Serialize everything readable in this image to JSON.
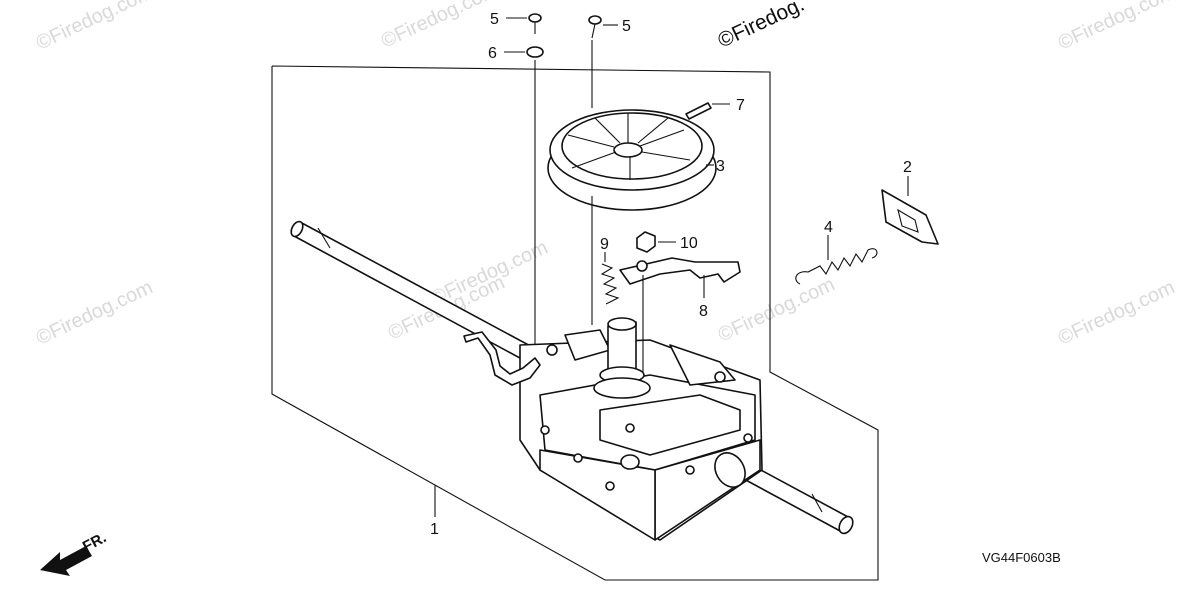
{
  "watermarks": {
    "w1": "©Firedog.com",
    "w2": "©Firedog.com",
    "w3": "©Firedog.",
    "w4": "©Firedog.com",
    "w5": "©Firedog.com",
    "w6": "©Firedog.com",
    "w7": "©Firedog.com",
    "w8": "©Firedog.com",
    "w9": "©Firedog.com"
  },
  "callouts": {
    "c1": "1",
    "c2": "2",
    "c3": "3",
    "c4": "4",
    "c5a": "5",
    "c5b": "5",
    "c6": "6",
    "c7": "7",
    "c8": "8",
    "c9": "9",
    "c10": "10"
  },
  "direction_label": "FR.",
  "diagram_code": "VG44F0603B"
}
